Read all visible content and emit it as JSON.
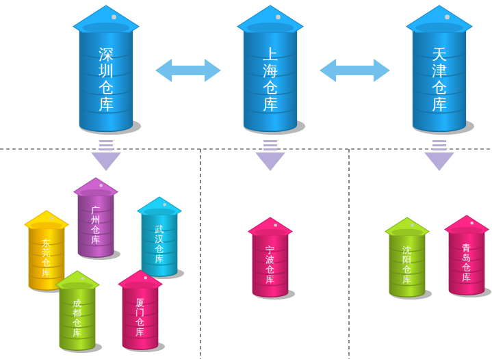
{
  "diagram": {
    "nodes": [
      {
        "text": [
          "深圳仓库"
        ]
      },
      {
        "text": [
          "上海仓库"
        ]
      },
      {
        "text": [
          "天津仓库"
        ]
      },
      {
        "text": [
          "广州仓库"
        ]
      },
      {
        "text": [
          "东莞仓库"
        ]
      },
      {
        "text": [
          "武汉仓库"
        ]
      },
      {
        "text": [
          "成都仓库"
        ]
      },
      {
        "text": [
          "厦门仓库"
        ]
      },
      {
        "text": [
          "宁波仓库"
        ]
      },
      {
        "text": [
          "沈阳仓库"
        ]
      },
      {
        "text": [
          "青岛仓库"
        ]
      }
    ],
    "edges": [
      {
        "from": 0,
        "to": 1,
        "arrow": "both"
      },
      {
        "from": 1,
        "to": 2,
        "arrow": "both"
      }
    ]
  }
}
